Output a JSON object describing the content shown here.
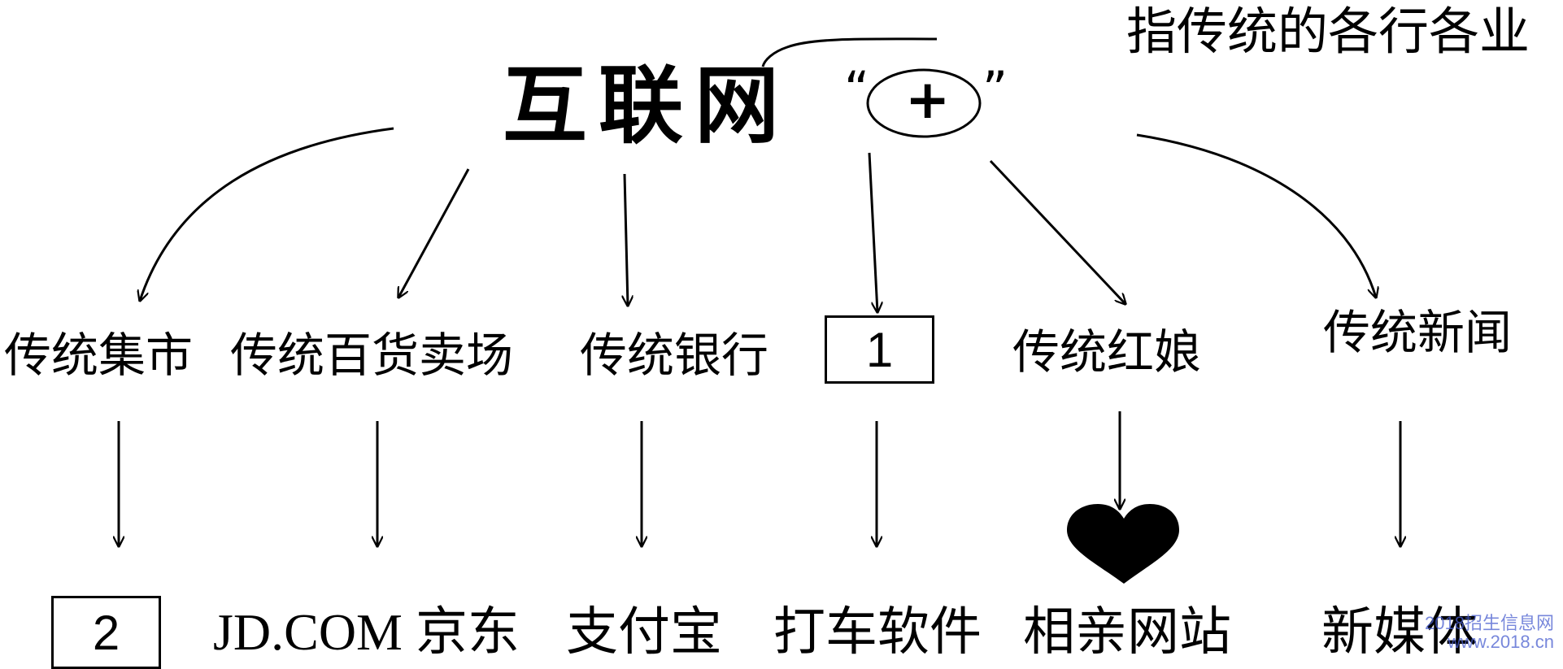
{
  "top": {
    "title": "互联网",
    "quote_open": "“",
    "plus": "+",
    "quote_close": "”",
    "plus_note": "指传统的各行各业"
  },
  "traditional": [
    "传统集市",
    "传统百货卖场",
    "传统银行",
    "1",
    "传统红娘",
    "传统新闻"
  ],
  "results": [
    "2",
    "JD.COM 京东",
    "支付宝",
    "打车软件",
    "相亲网站",
    "新媒体"
  ],
  "watermark": {
    "line1": "2018招生信息网",
    "line2": "www.2018.cn"
  }
}
